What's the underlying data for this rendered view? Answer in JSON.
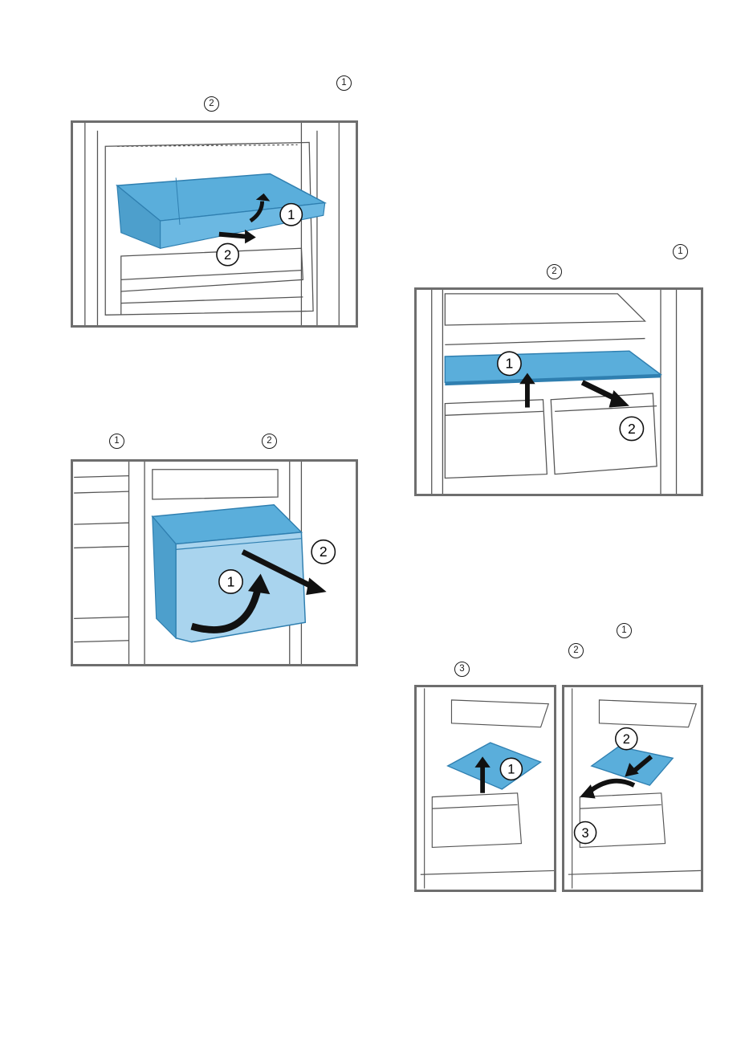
{
  "markers": {
    "s1_a": "1",
    "s1_b": "2",
    "s2_a": "1",
    "s2_b": "2",
    "s3_a": "1",
    "s3_b": "2",
    "s4_a": "1",
    "s4_b": "2",
    "s4_c": "3"
  },
  "callouts": {
    "fig1": [
      "1",
      "2"
    ],
    "fig2": [
      "1",
      "2"
    ],
    "fig3": [
      "1",
      "2"
    ],
    "fig4a": [
      "1"
    ],
    "fig4b": [
      "2",
      "3"
    ]
  },
  "colors": {
    "part_blue": "#5aaedb",
    "part_blue_dark": "#2f7fb0",
    "frame_gray": "#6e6e6e",
    "line_gray": "#555555"
  }
}
